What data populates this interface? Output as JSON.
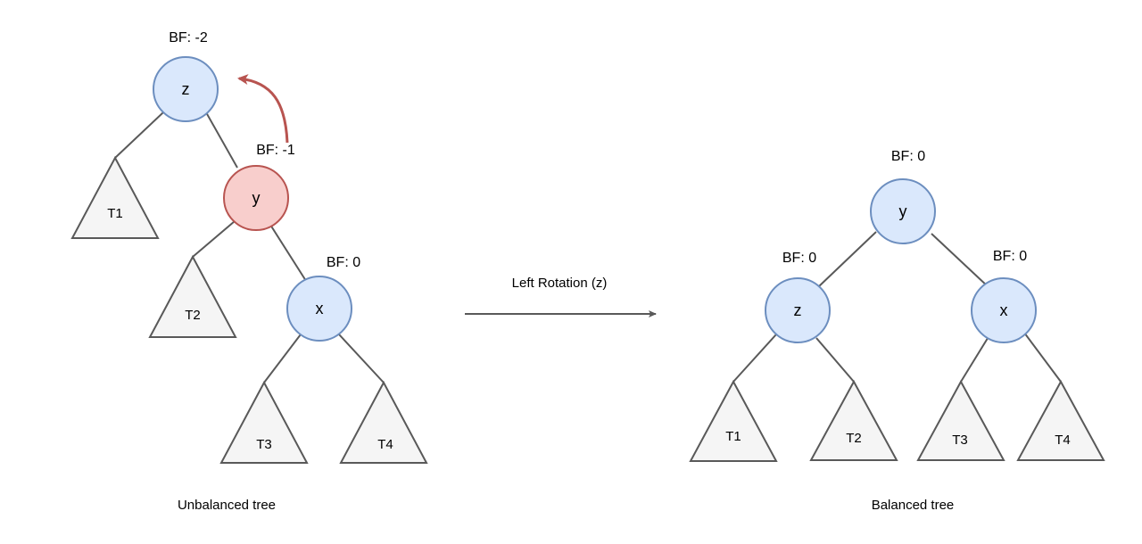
{
  "colors": {
    "node_fill": "#dae8fc",
    "node_stroke": "#6c8ebf",
    "highlight_fill": "#f8cecc",
    "highlight_stroke": "#b85450",
    "subtree_fill": "#f5f5f5",
    "line": "#595959",
    "rotation_arrow": "#b85450"
  },
  "unbalanced": {
    "caption": "Unbalanced tree",
    "nodes": {
      "z": {
        "label": "z",
        "bf": "BF: -2"
      },
      "y": {
        "label": "y",
        "bf": "BF: -1",
        "highlighted": true
      },
      "x": {
        "label": "x",
        "bf": "BF: 0"
      }
    },
    "subtrees": {
      "t1": "T1",
      "t2": "T2",
      "t3": "T3",
      "t4": "T4"
    }
  },
  "operation": {
    "label": "Left Rotation (z)"
  },
  "balanced": {
    "caption": "Balanced tree",
    "nodes": {
      "y": {
        "label": "y",
        "bf": "BF: 0"
      },
      "z": {
        "label": "z",
        "bf": "BF: 0"
      },
      "x": {
        "label": "x",
        "bf": "BF: 0"
      }
    },
    "subtrees": {
      "t1": "T1",
      "t2": "T2",
      "t3": "T3",
      "t4": "T4"
    }
  }
}
